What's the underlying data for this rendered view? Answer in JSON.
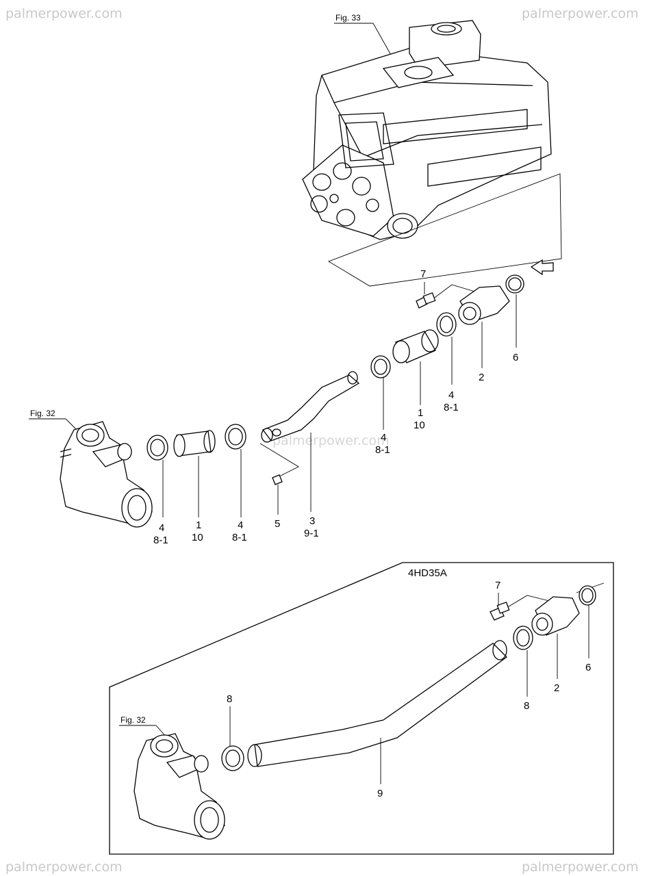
{
  "watermark": {
    "top_left": "palmerpower.com",
    "top_right": "palmerpower.com",
    "center": "palmerpower.com",
    "bottom_left": "palmerpower.com",
    "bottom_right": "palmerpower.com"
  },
  "figure_refs": {
    "fig33": "Fig. 33",
    "fig32_top": "Fig. 32",
    "fig32_bottom": "Fig. 32"
  },
  "inset": {
    "model": "4HD35A"
  },
  "callouts_top": [
    {
      "id": "7",
      "text": [
        "7"
      ]
    },
    {
      "id": "2",
      "text": [
        "2"
      ]
    },
    {
      "id": "6",
      "text": [
        "6"
      ]
    },
    {
      "id": "4a",
      "text": [
        "4",
        "8-1"
      ]
    },
    {
      "id": "1a",
      "text": [
        "1",
        "10"
      ]
    },
    {
      "id": "4b",
      "text": [
        "4",
        "8-1"
      ]
    },
    {
      "id": "3",
      "text": [
        "3",
        "9-1"
      ]
    },
    {
      "id": "5",
      "text": [
        "5"
      ]
    },
    {
      "id": "4c",
      "text": [
        "4",
        "8-1"
      ]
    },
    {
      "id": "1b",
      "text": [
        "1",
        "10"
      ]
    },
    {
      "id": "4d",
      "text": [
        "4",
        "8-1"
      ]
    }
  ],
  "callouts_bottom": [
    {
      "id": "7",
      "text": [
        "7"
      ]
    },
    {
      "id": "6",
      "text": [
        "6"
      ]
    },
    {
      "id": "2",
      "text": [
        "2"
      ]
    },
    {
      "id": "8a",
      "text": [
        "8"
      ]
    },
    {
      "id": "8b",
      "text": [
        "8"
      ]
    },
    {
      "id": "9",
      "text": [
        "9"
      ]
    }
  ]
}
